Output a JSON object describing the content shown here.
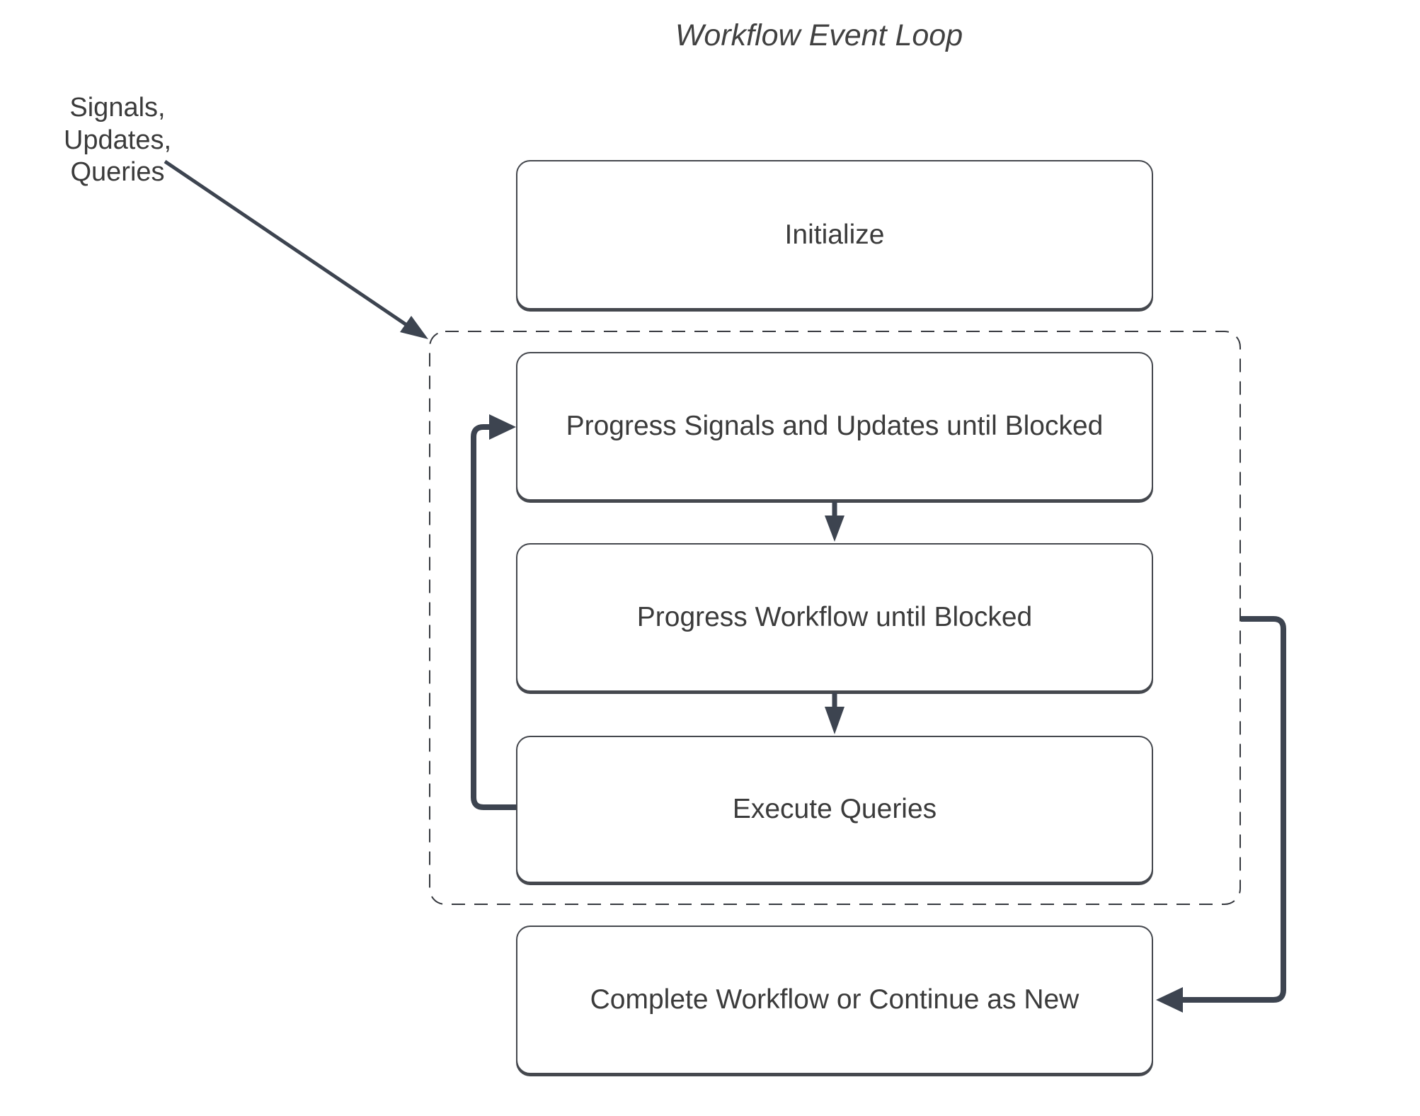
{
  "diagram": {
    "title": "Workflow Event Loop",
    "external_input": {
      "line1": "Signals, Updates,",
      "line2": "Queries"
    },
    "nodes": [
      {
        "id": "initialize",
        "label": "Initialize"
      },
      {
        "id": "progress-signals",
        "label": "Progress Signals and Updates until Blocked"
      },
      {
        "id": "progress-workflow",
        "label": "Progress Workflow until Blocked"
      },
      {
        "id": "execute-queries",
        "label": "Execute Queries"
      },
      {
        "id": "complete",
        "label": "Complete Workflow or Continue as New"
      }
    ],
    "connectors": [
      {
        "id": "external-input-arrow",
        "from": "external-input-label",
        "to": "event-loop-container"
      },
      {
        "id": "arrow-signals-to-workflow",
        "from": "progress-signals",
        "to": "progress-workflow"
      },
      {
        "id": "arrow-workflow-to-queries",
        "from": "progress-workflow",
        "to": "execute-queries"
      },
      {
        "id": "queries-loop-connector",
        "from": "execute-queries",
        "to": "progress-signals"
      },
      {
        "id": "continue-connector",
        "from": "event-loop-container",
        "to": "complete"
      }
    ],
    "colors": {
      "background": "#ffffff",
      "connector": "#3d4450",
      "node_border": "#45484e",
      "dashed_border": "#36393f",
      "text": "#3b3b3b"
    }
  }
}
